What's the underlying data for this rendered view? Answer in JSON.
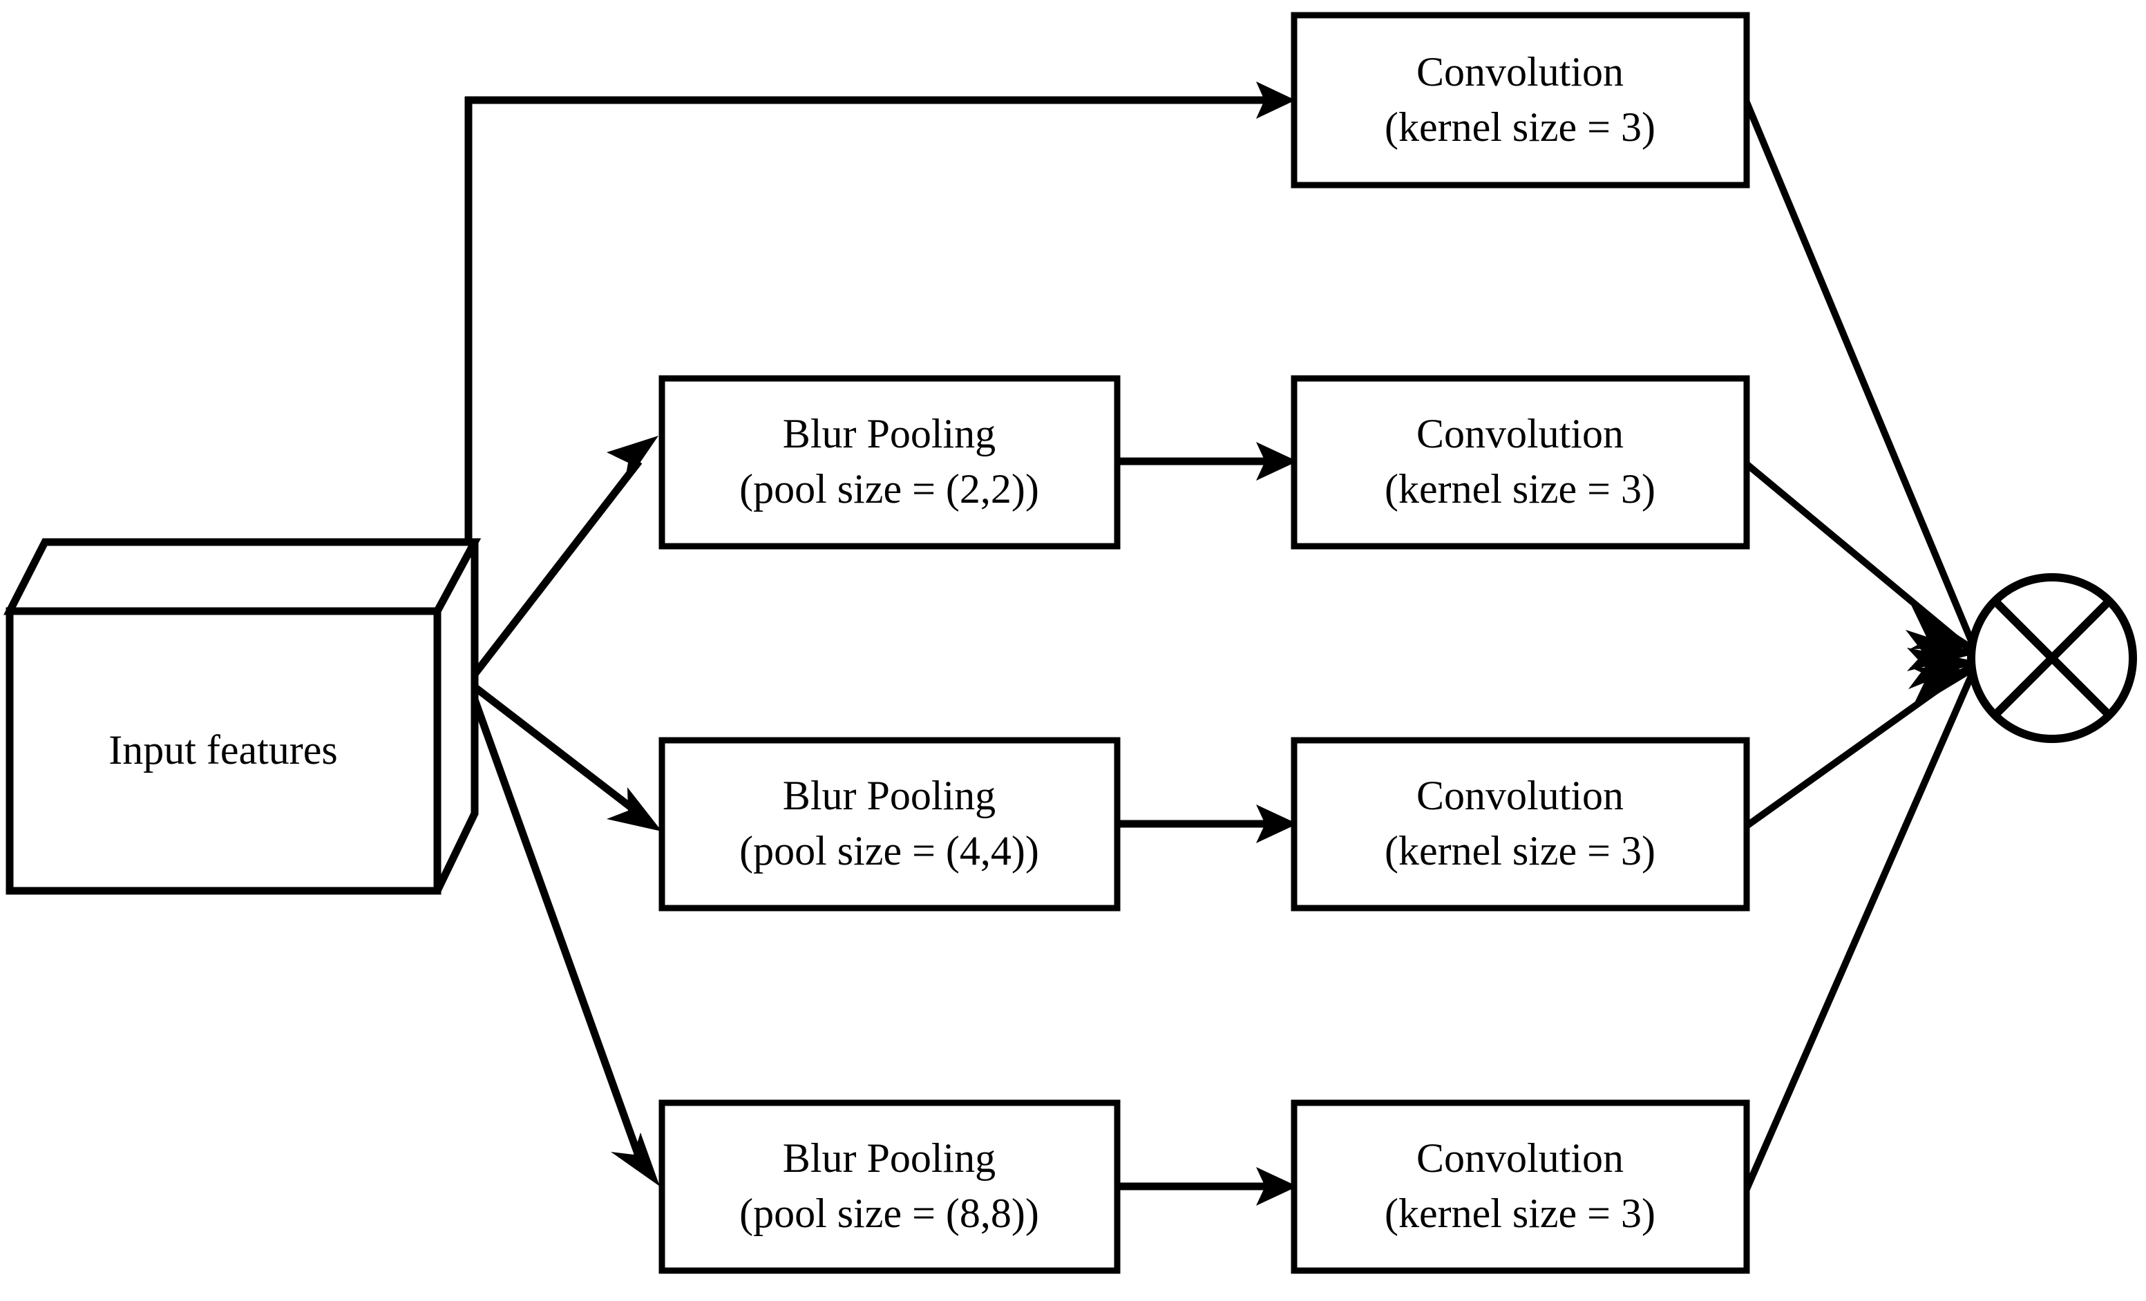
{
  "diagram": {
    "title": "Multi-scale blur-pooling convolution branch diagram",
    "colors": {
      "stroke": "#000000",
      "fill": "#ffffff"
    },
    "input": {
      "label": "Input features",
      "shape": "3d-cube"
    },
    "branches": [
      {
        "id": "branch-1",
        "pool": null,
        "conv_line1": "Convolution",
        "conv_line2": "(kernel size = 3)"
      },
      {
        "id": "branch-2",
        "pool_line1": "Blur Pooling",
        "pool_line2": "(pool size = (2,2))",
        "conv_line1": "Convolution",
        "conv_line2": "(kernel size = 3)"
      },
      {
        "id": "branch-3",
        "pool_line1": "Blur Pooling",
        "pool_line2": "(pool size = (4,4))",
        "conv_line1": "Convolution",
        "conv_line2": "(kernel size = 3)"
      },
      {
        "id": "branch-4",
        "pool_line1": "Blur Pooling",
        "pool_line2": "(pool size = (8,8))",
        "conv_line1": "Convolution",
        "conv_line2": "(kernel size = 3)"
      }
    ],
    "merge": {
      "symbol": "circled-cross",
      "label": ""
    }
  }
}
